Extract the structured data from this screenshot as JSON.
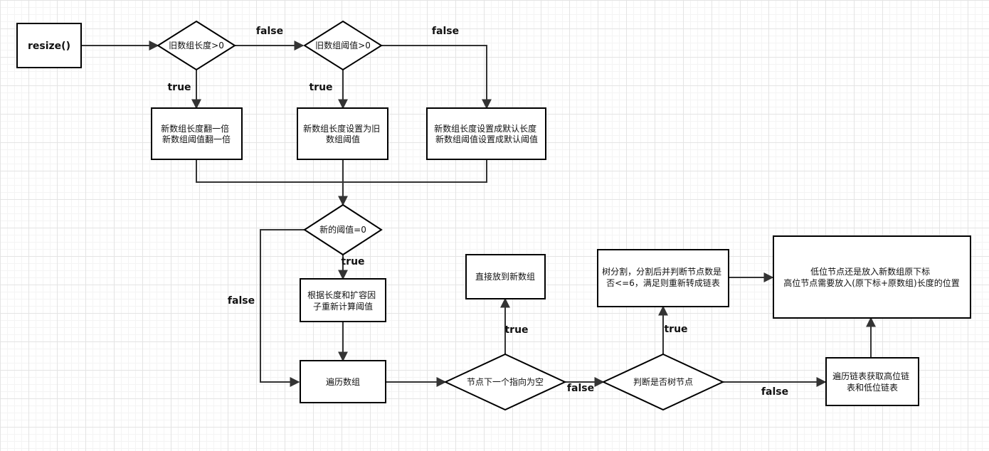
{
  "nodes": {
    "start": "resize()",
    "old_len_check": "旧数组长度>0",
    "old_thr_check": "旧数组阈值>0",
    "double": [
      "新数组长度翻一倍",
      "新数组阈值翻一倍"
    ],
    "set_old_thr": [
      "新数组长度设置为旧",
      "数组阈值"
    ],
    "set_default": [
      "新数组长度设置成默认长度",
      "新数组阈值设置成默认阈值"
    ],
    "new_thr_check": "新的阈值=0",
    "recalc": [
      "根据长度和扩容因",
      "子重新计算阈值"
    ],
    "traverse": "遍历数组",
    "next_null": "节点下一个指向为空",
    "direct": "直接放到新数组",
    "is_tree": "判断是否树节点",
    "tree_split": [
      "树分割，分割后并判断节点数是",
      "否<=6，满足则重新转成链表"
    ],
    "traverse_list": [
      "遍历链表获取高位链",
      "表和低位链表"
    ],
    "place": [
      "低位节点还是放入新数组原下标",
      "高位节点需要放入(原下标+原数组)长度的位置"
    ]
  },
  "edge_labels": {
    "true": "true",
    "false": "false"
  }
}
